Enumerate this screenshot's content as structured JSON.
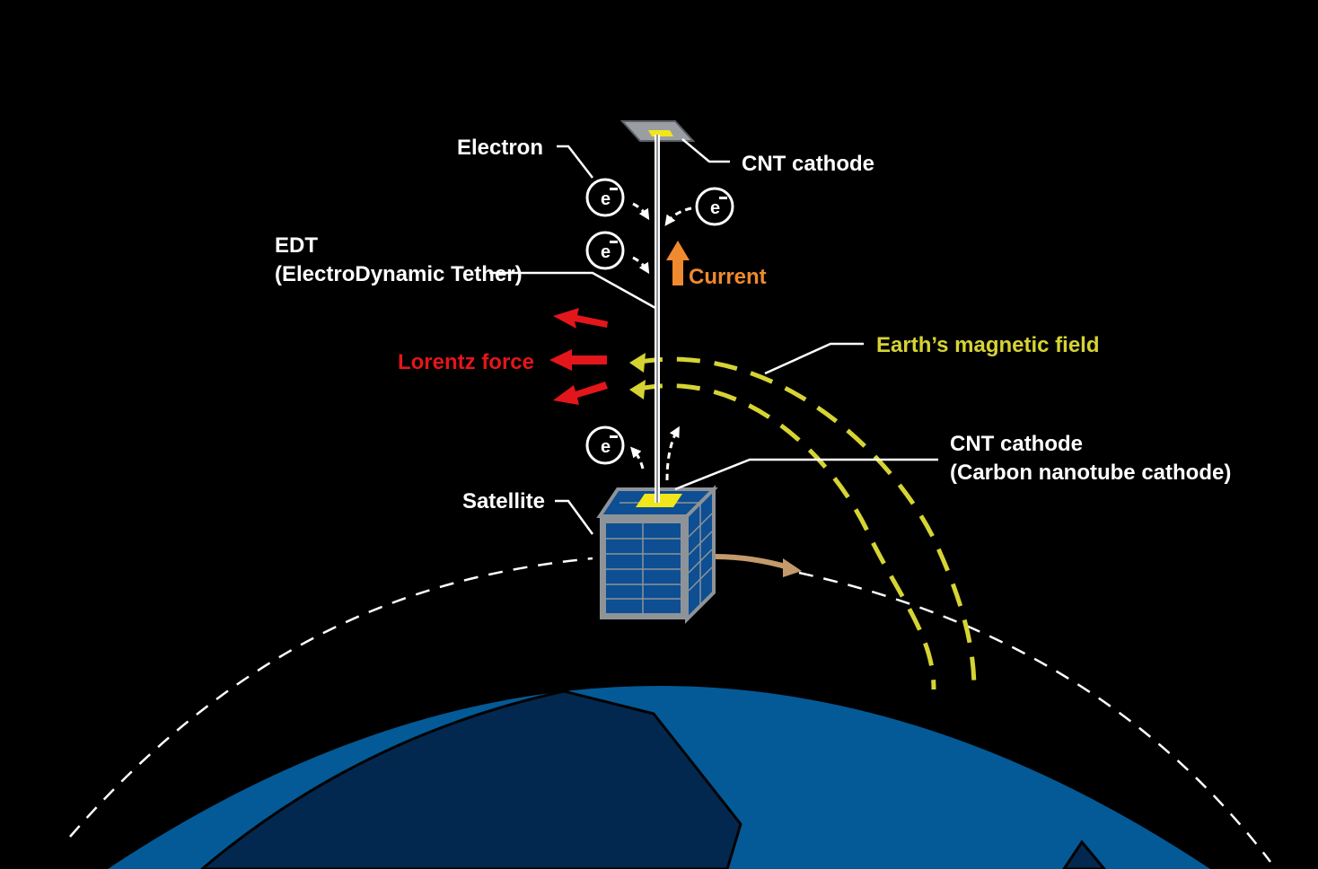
{
  "labels": {
    "electron": "Electron",
    "cnt_cathode_top": "CNT cathode",
    "edt_line1": "EDT",
    "edt_line2": "(ElectroDynamic Tether)",
    "current": "Current",
    "lorentz_force": "Lorentz force",
    "magnetic_field": "Earth’s magnetic field",
    "cnt_cathode_bottom_line1": "CNT cathode",
    "cnt_cathode_bottom_line2": "(Carbon nanotube cathode)",
    "satellite": "Satellite",
    "electron_symbol": "e"
  },
  "colors": {
    "background": "#000000",
    "label": "#ffffff",
    "lorentz": "#e3161b",
    "current": "#f08a2e",
    "magnetic": "#d6d433",
    "earth_light": "#035a96",
    "earth_dark": "#03284f",
    "panel": "#0d4f92",
    "frame": "#8e9398",
    "cathode": "#f1e51c",
    "motion_arrow": "#c49a6c"
  }
}
